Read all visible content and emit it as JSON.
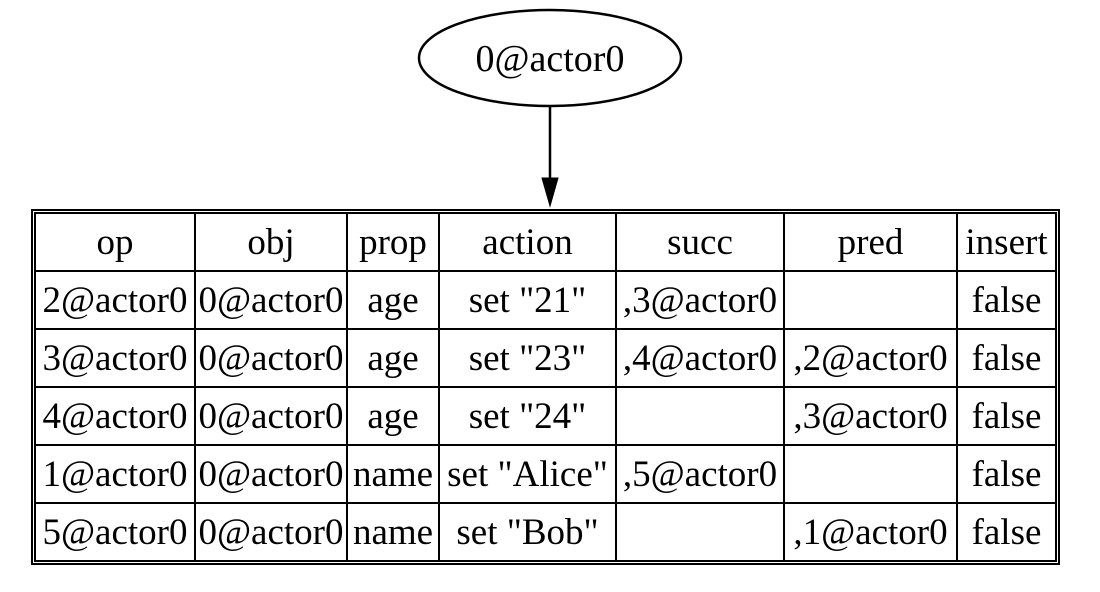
{
  "node": {
    "label": "0@actor0"
  },
  "edge": {
    "description": "arrow-from-node-to-table"
  },
  "table": {
    "columns": [
      "op",
      "obj",
      "prop",
      "action",
      "succ",
      "pred",
      "insert"
    ],
    "rows": [
      [
        "2@actor0",
        "0@actor0",
        "age",
        "set \"21\"",
        ",3@actor0",
        "",
        "false"
      ],
      [
        "3@actor0",
        "0@actor0",
        "age",
        "set \"23\"",
        ",4@actor0",
        ",2@actor0",
        "false"
      ],
      [
        "4@actor0",
        "0@actor0",
        "age",
        "set \"24\"",
        "",
        ",3@actor0",
        "false"
      ],
      [
        "1@actor0",
        "0@actor0",
        "name",
        "set \"Alice\"",
        ",5@actor0",
        "",
        "false"
      ],
      [
        "5@actor0",
        "0@actor0",
        "name",
        "set \"Bob\"",
        "",
        ",1@actor0",
        "false"
      ]
    ]
  },
  "colors": {
    "foreground": "#000000",
    "background": "#ffffff"
  }
}
